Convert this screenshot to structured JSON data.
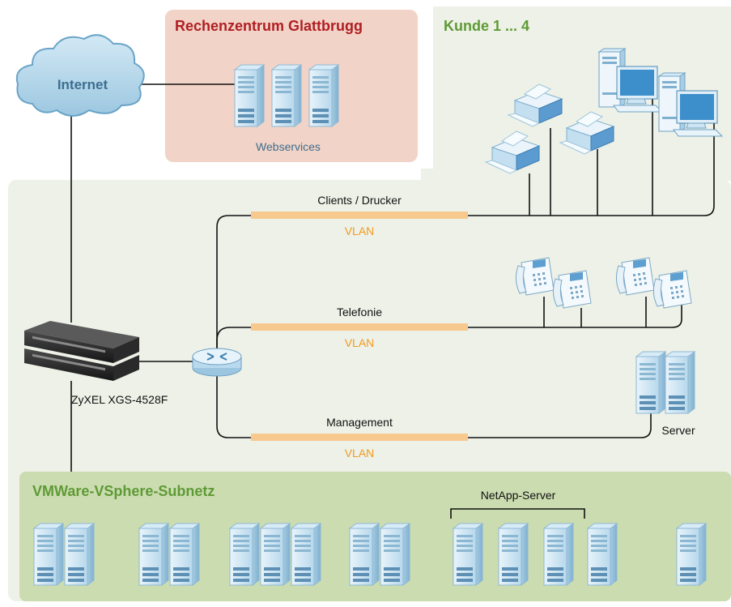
{
  "diagram": {
    "internet_label": "Internet",
    "datacenter": {
      "title": "Rechenzentrum Glattbrugg",
      "service_label": "Webservices"
    },
    "customers": {
      "title": "Kunde 1 ... 4"
    },
    "networks": [
      {
        "label": "Clients / Drucker",
        "tag": "VLAN"
      },
      {
        "label": "Telefonie",
        "tag": "VLAN"
      },
      {
        "label": "Management",
        "tag": "VLAN"
      }
    ],
    "switch_label": "ZyXEL XGS-4528F",
    "server_label": "Server",
    "vsphere": {
      "title": "VMWare-VSphere-Subnetz",
      "netapp_label": "NetApp-Server"
    },
    "colors": {
      "datacenter_bg": "#f2d3c7",
      "datacenter_title": "#b01e23",
      "customer_bg": "#edf1e7",
      "customer_title": "#5f9a36",
      "vsphere_bg": "#cbdcb0",
      "vlan_bar": "#f8c98f",
      "vlan_text": "#f29a1e",
      "internet_text": "#3c6e8f",
      "cloud": "#b8d9ea"
    },
    "icons": [
      "cloud-icon",
      "server-rack-icon",
      "printer-icon",
      "desktop-computer-icon",
      "ip-phone-icon",
      "router-icon",
      "network-switch-icon"
    ]
  }
}
